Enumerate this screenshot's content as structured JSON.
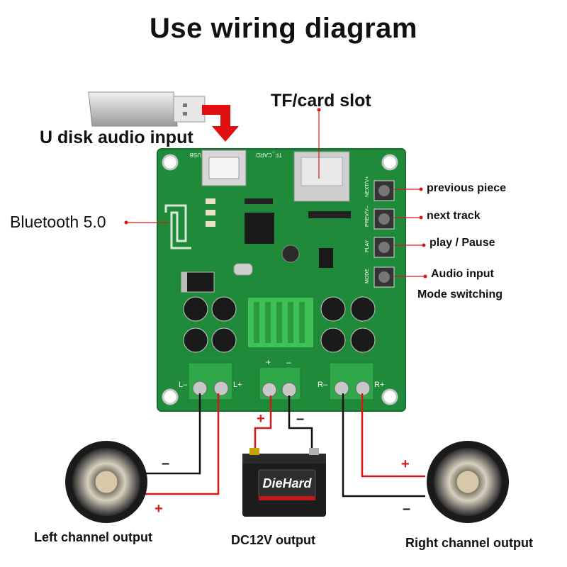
{
  "title": "Use wiring diagram",
  "labels": {
    "u_disk": "U disk audio input",
    "tf_card": "TF/card slot",
    "bluetooth": "Bluetooth 5.0",
    "previous": "previous piece",
    "next": "next track",
    "play": "play / Pause",
    "mode_line1": "Audio input",
    "mode_line2": "Mode switching",
    "left_out": "Left channel output",
    "dc_out": "DC12V output",
    "right_out": "Right channel output"
  },
  "signs": {
    "plus": "+",
    "minus": "–"
  },
  "board": {
    "usb_silk": "USB",
    "tf_silk": "TF_CARD",
    "l_minus": "L–",
    "l_plus": "L+",
    "r_minus": "R–",
    "r_plus": "R+",
    "dc_plus": "+",
    "dc_minus": "–",
    "btn_next": "NEXT/V+",
    "btn_prev": "PREV/V–",
    "btn_play": "PLAY",
    "btn_mode": "MODE"
  },
  "battery": {
    "brand": "DieHard"
  },
  "colors": {
    "board": "#1f8a3a",
    "wire_red": "#d81818",
    "wire_black": "#111111",
    "arrow_red": "#e01010",
    "terminal": "#2fa84a"
  }
}
